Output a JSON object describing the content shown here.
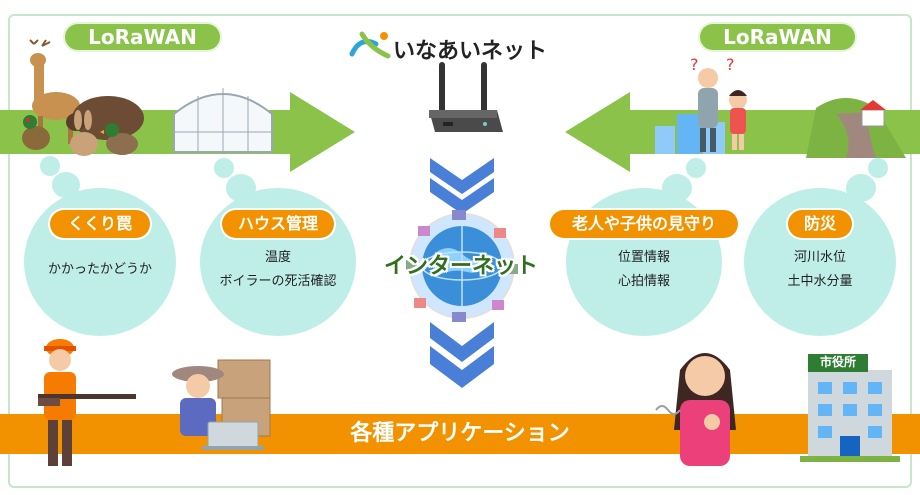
{
  "logo": {
    "text": "いなあいネット"
  },
  "lorawan_left": "LoRaWAN",
  "lorawan_right": "LoRaWAN",
  "center_label": "インターネット",
  "bottom_bar": "各種アプリケーション",
  "bubbles": [
    {
      "title": "くくり罠",
      "lines": [
        "かかったかどうか"
      ]
    },
    {
      "title": "ハウス管理",
      "lines": [
        "温度",
        "ボイラーの死活確認"
      ]
    },
    {
      "title": "老人や子供の見守り",
      "lines": [
        "位置情報",
        "心拍情報"
      ]
    },
    {
      "title": "防災",
      "lines": [
        "河川水位",
        "土中水分量"
      ]
    }
  ],
  "city_hall_sign": "市役所",
  "colors": {
    "green": "#8bc34a",
    "orange": "#f39200",
    "bubble": "#bfeee9",
    "chevron": "#4a7fd8"
  }
}
